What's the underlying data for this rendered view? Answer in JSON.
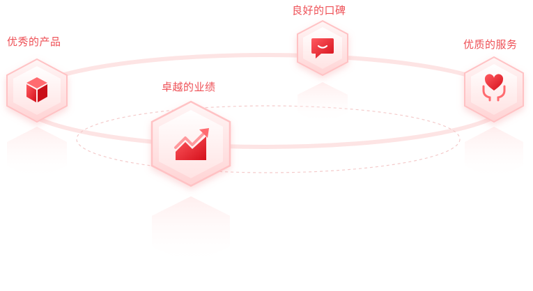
{
  "nodes": [
    {
      "id": "products",
      "label": "优秀的产品",
      "icon": "cube-icon"
    },
    {
      "id": "reputation",
      "label": "良好的口碑",
      "icon": "chat-bubble-icon"
    },
    {
      "id": "performance",
      "label": "卓越的业绩",
      "icon": "growth-chart-icon"
    },
    {
      "id": "service",
      "label": "优质的服务",
      "icon": "heart-hands-icon"
    }
  ],
  "colors": {
    "accent": "#ee4f55",
    "icon_gradient_start": "#ff4a52",
    "icon_gradient_end": "#d8101a",
    "hex_fill_light": "#fff1f1",
    "hex_fill_dark": "#ffd0d1",
    "hex_border": "#ffbdbf",
    "orbit": "#fde3e3",
    "orbit_dashed": "#f3c9c9"
  }
}
